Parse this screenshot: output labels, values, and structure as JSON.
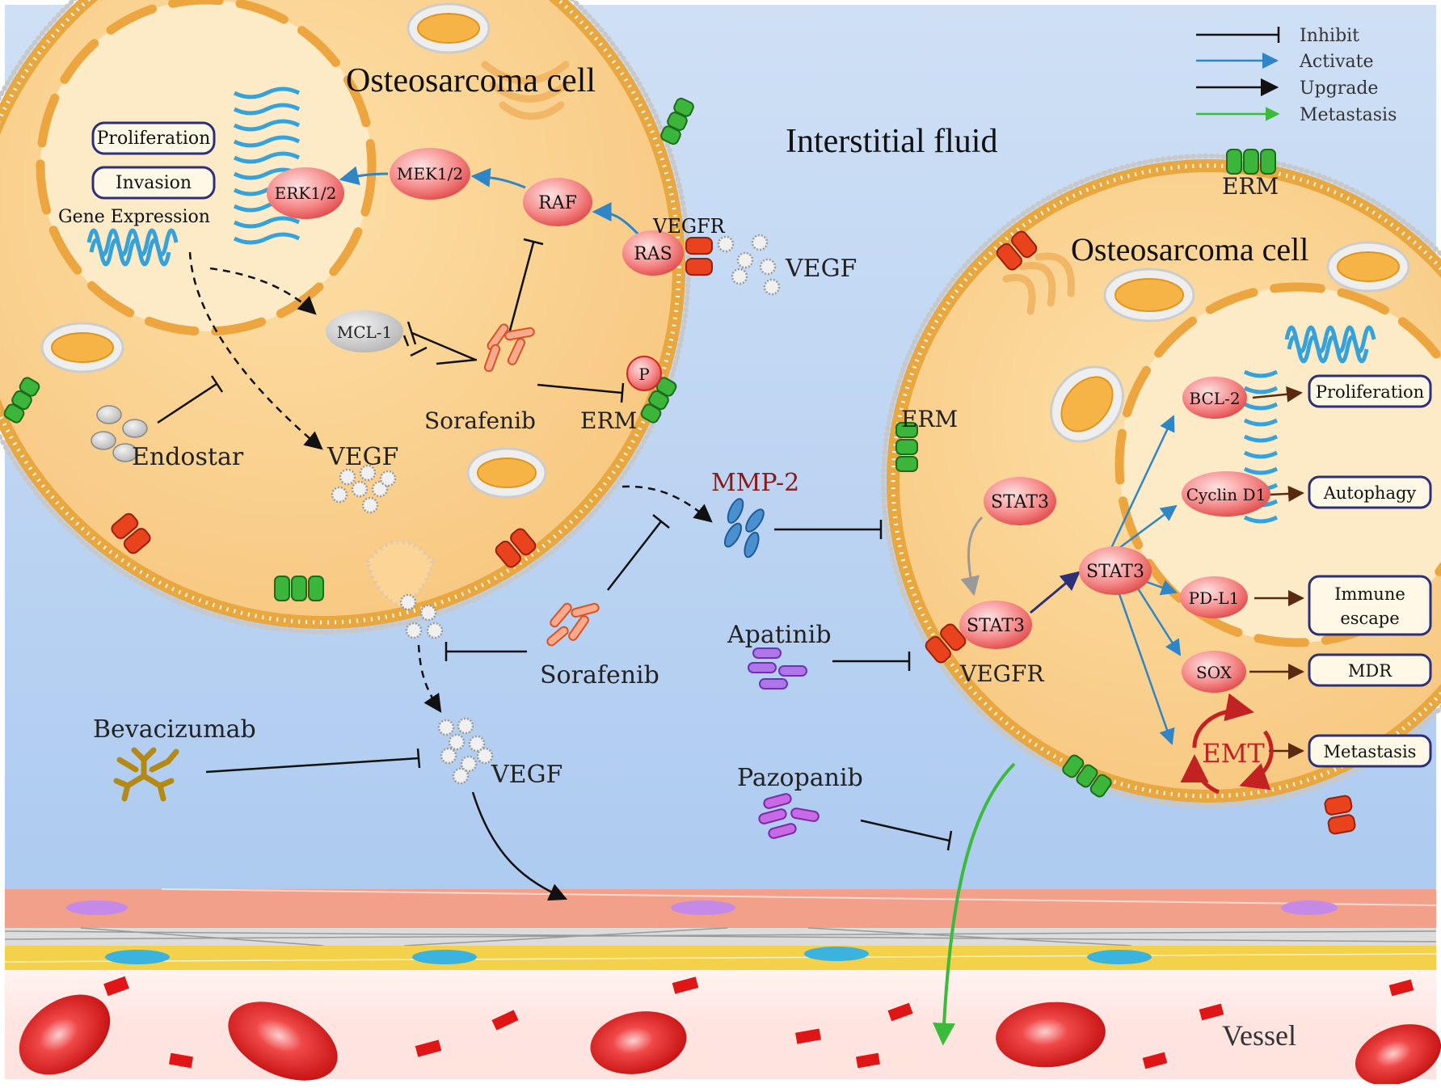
{
  "colors": {
    "background_top": "#c9dcf4",
    "background_bottom": "#a9c8f0",
    "cell_fill": "#fbd496",
    "membrane": "#e8a73f",
    "nucleus_fill": "#fdebc8",
    "nucleus_dash": "#eda540",
    "receptor_red": "#e8431c",
    "erm_green": "#3bb63b",
    "node_red": "#f36b6b",
    "activate_arrow": "#2e86c8",
    "metastasis_arrow": "#3bbb3b",
    "box_border": "#2c3078",
    "mmp2_text": "#8a1a1a",
    "emt_text": "#c22222",
    "vessel_wall": "#f1a790",
    "vessel_yellow": "#f4d14a",
    "blood": "#ffe9e6",
    "rbc": "#e01616"
  },
  "legend": {
    "inhibit": "Inhibit",
    "activate": "Activate",
    "upgrade": "Upgrade",
    "metastasis": "Metastasis"
  },
  "labels": {
    "cell_left_title": "Osteosarcoma cell",
    "cell_right_title": "Osteosarcoma cell",
    "interstitial": "Interstitial fluid",
    "vessel": "Vessel"
  },
  "left_cell": {
    "proliferation": "Proliferation",
    "invasion": "Invasion",
    "gene_expression": "Gene Expression",
    "erk": "ERK1/2",
    "mek": "MEK1/2",
    "raf": "RAF",
    "ras": "RAS",
    "vegfr": "VEGFR",
    "vegf_outside": "VEGF",
    "mcl1": "MCL-1",
    "p": "P",
    "sorafenib": "Sorafenib",
    "erm": "ERM",
    "endostar": "Endostar",
    "vegf_inside": "VEGF"
  },
  "middle": {
    "mmp2": "MMP-2",
    "sorafenib": "Sorafenib",
    "apatinib": "Apatinib",
    "bevacizumab": "Bevacizumab",
    "vegf": "VEGF",
    "pazopanib": "Pazopanib"
  },
  "right_cell": {
    "erm_top": "ERM",
    "erm_left": "ERM",
    "stat3_a": "STAT3",
    "stat3_b": "STAT3",
    "stat3_c": "STAT3",
    "vegfr": "VEGFR",
    "bcl2": "BCL-2",
    "cyclin": "Cyclin D1",
    "pdl1": "PD-L1",
    "sox": "SOX",
    "emt": "EMT",
    "out_proliferation": "Proliferation",
    "out_autophagy": "Autophagy",
    "out_immune_1": "Immune",
    "out_immune_2": "escape",
    "out_mdr": "MDR",
    "out_metastasis": "Metastasis"
  }
}
